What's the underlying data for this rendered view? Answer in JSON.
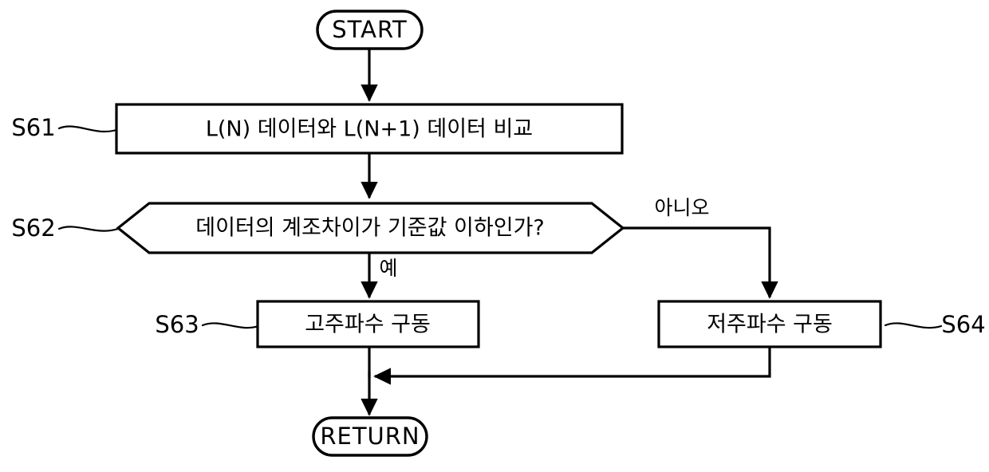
{
  "diagram": {
    "title": "",
    "type": "flowchart",
    "language": "ko",
    "colors": {
      "stroke": "#000000",
      "fill": "#ffffff",
      "background": "#ffffff",
      "text": "#000000"
    },
    "nodes": {
      "start": {
        "id": "start",
        "shape": "terminal",
        "label": "START"
      },
      "compare": {
        "id": "S61",
        "shape": "process",
        "label": "L(N) 데이터와 L(N+1) 데이터 비교",
        "step": "S61"
      },
      "decision": {
        "id": "S62",
        "shape": "decision-hexagon",
        "label": "데이터의 계조차이가 기준값 이하인가?",
        "step": "S62"
      },
      "high_freq": {
        "id": "S63",
        "shape": "process",
        "label": "고주파수 구동",
        "step": "S63"
      },
      "low_freq": {
        "id": "S64",
        "shape": "process",
        "label": "저주파수 구동",
        "step": "S64"
      },
      "return": {
        "id": "return",
        "shape": "terminal",
        "label": "RETURN"
      }
    },
    "branch_labels": {
      "yes": "예",
      "no": "아니오"
    }
  }
}
